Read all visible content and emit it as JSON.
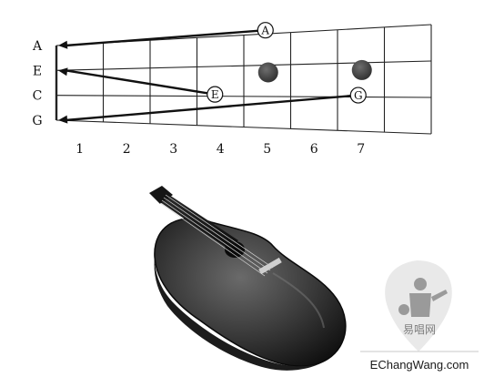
{
  "fretboard": {
    "strings": [
      "A",
      "E",
      "C",
      "G"
    ],
    "fret_numbers": [
      "1",
      "2",
      "3",
      "4",
      "5",
      "6",
      "7"
    ],
    "note_markers": [
      {
        "note": "A",
        "string": "A",
        "fret": 5
      },
      {
        "note": "E",
        "string": "C",
        "fret": 4
      },
      {
        "note": "G",
        "string": "C",
        "fret": 7
      }
    ],
    "filled_dots": [
      {
        "string": "E",
        "fret": 5
      },
      {
        "string": "E",
        "fret": 7
      }
    ],
    "arrows": [
      {
        "from_marker": "A",
        "to_string": "A"
      },
      {
        "from_marker": "E",
        "to_string": "E"
      },
      {
        "from_marker": "G",
        "to_string": "G"
      }
    ]
  },
  "illustration": {
    "subject": "ukulele-photo"
  },
  "watermark": {
    "site_name_cn": "易唱网",
    "site_url": "EChangWang.com"
  }
}
